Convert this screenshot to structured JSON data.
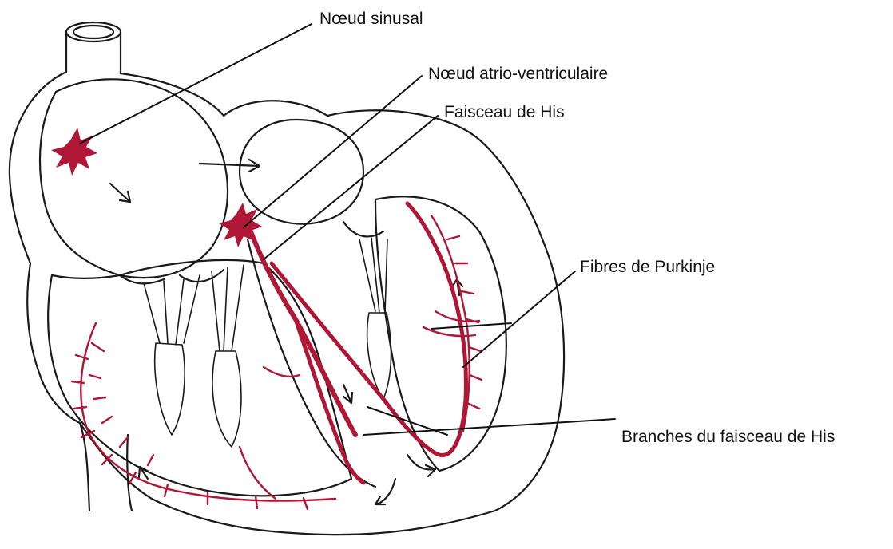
{
  "labels": {
    "sinus_node": "Nœud sinusal",
    "av_node": "Nœud atrio-ventriculaire",
    "bundle_of_his": "Faisceau de His",
    "purkinje_fibers": "Fibres de Purkinje",
    "bundle_branches": "Branches du faisceau de His"
  },
  "colors": {
    "conduction": "#b01737",
    "outline": "#1a1a1a",
    "background": "#ffffff"
  }
}
